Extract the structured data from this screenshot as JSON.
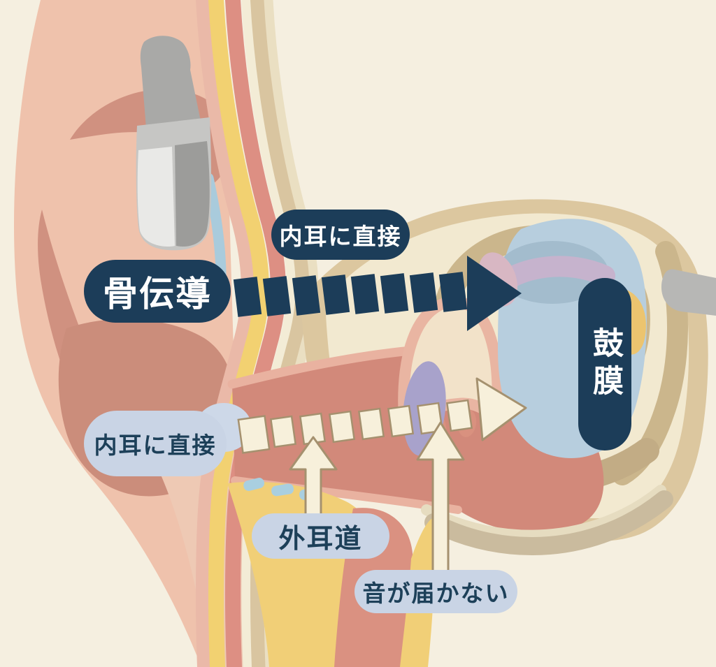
{
  "diagram": {
    "description": "Cross-section of human ear comparing bone conduction path to air conduction path",
    "labels": {
      "bone_conduction": "骨伝導",
      "direct_to_inner_ear_top": "内耳に直接",
      "direct_to_inner_ear_left": "内耳に直接",
      "eardrum": "鼓膜",
      "ear_canal": "外耳道",
      "sound_does_not_reach": "音が届かない"
    },
    "colors": {
      "navy_accent": "#1c3d59",
      "light_pill": "#c9d4e5",
      "pill_text_dark": "#1d4059",
      "background_cream": "#f5efe0",
      "skin_pink": "#efc2ac",
      "canal_salmon": "#d2897a",
      "bone_tan": "#dcc79f",
      "cochlea_blue": "#b7cede",
      "eardrum_lavender": "#a8a2cb",
      "arrow_cream": "#f7f0db",
      "device_gray": "#c6c6c4"
    }
  }
}
